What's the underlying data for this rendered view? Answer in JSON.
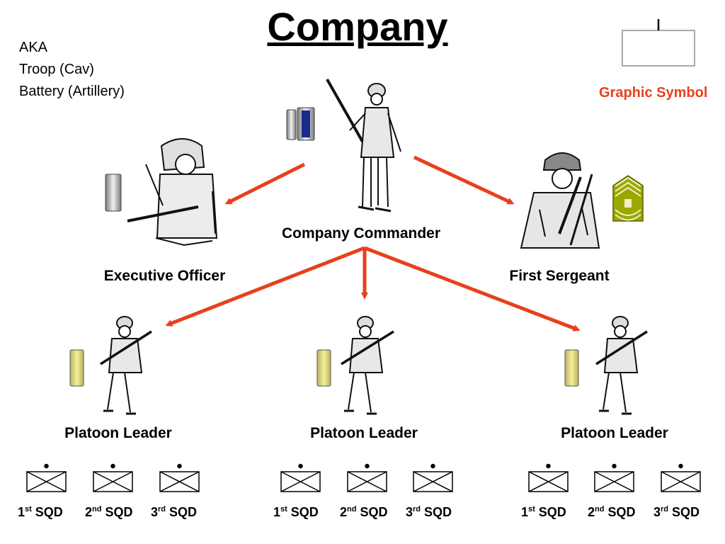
{
  "title": "Company",
  "aka": [
    "AKA",
    "Troop (Cav)",
    "Battery (Artillery)"
  ],
  "graphic_symbol_label": "Graphic Symbol",
  "roles": {
    "commander": "Company Commander",
    "xo": "Executive Officer",
    "first_sergeant": "First Sergeant",
    "platoon_leader": "Platoon Leader"
  },
  "platoons": [
    {
      "leader": "Platoon Leader",
      "squads": [
        {
          "num": "1",
          "suf": "st",
          "label": " SQD"
        },
        {
          "num": "2",
          "suf": "nd",
          "label": " SQD"
        },
        {
          "num": "3",
          "suf": "rd",
          "label": " SQD"
        }
      ]
    },
    {
      "leader": "Platoon Leader",
      "squads": [
        {
          "num": "1",
          "suf": "st",
          "label": " SQD"
        },
        {
          "num": "2",
          "suf": "nd",
          "label": " SQD"
        },
        {
          "num": "3",
          "suf": "rd",
          "label": " SQD"
        }
      ]
    },
    {
      "leader": "Platoon Leader",
      "squads": [
        {
          "num": "1",
          "suf": "st",
          "label": " SQD"
        },
        {
          "num": "2",
          "suf": "nd",
          "label": " SQD"
        },
        {
          "num": "3",
          "suf": "rd",
          "label": " SQD"
        }
      ]
    }
  ],
  "colors": {
    "arrow": "#e8401c",
    "graphic_symbol": "#e8401c",
    "lieutenant_bar": "#e8e46a",
    "captain_bar_inner": "#1a2b8f",
    "first_sergeant_patch": "#a8b400"
  },
  "icons": [
    "soldier-figure",
    "rank-insignia",
    "unit-symbol"
  ]
}
